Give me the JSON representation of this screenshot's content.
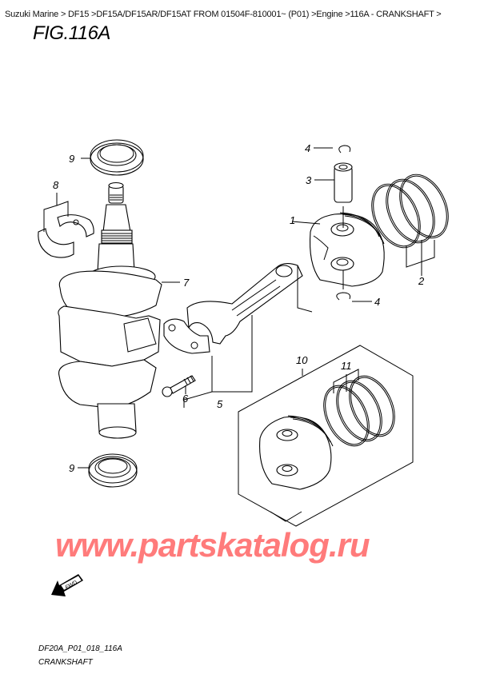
{
  "breadcrumb": {
    "items": [
      "Suzuki Marine",
      "DF15",
      "DF15A/DF15AR/DF15AT FROM 01504F-810001~ (P01)",
      "Engine",
      "116A - CRANKSHAFT"
    ],
    "separator": ">",
    "full_text": "Suzuki Marine > DF15 >DF15A/DF15AR/DF15AT FROM 01504F-810001~ (P01) >Engine >116A - CRANKSHAFT >"
  },
  "figure": {
    "title": "FIG.116A",
    "code": "DF20A_P01_018_116A",
    "name": "CRANKSHAFT"
  },
  "callouts": [
    {
      "id": "1",
      "part": "piston"
    },
    {
      "id": "2",
      "part": "piston-ring-set"
    },
    {
      "id": "3",
      "part": "piston-pin"
    },
    {
      "id": "4",
      "part": "circlip-top"
    },
    {
      "id": "4",
      "part": "circlip-bottom"
    },
    {
      "id": "5",
      "part": "connecting-rod-assembly"
    },
    {
      "id": "6",
      "part": "connecting-rod-bolt"
    },
    {
      "id": "7",
      "part": "crankshaft"
    },
    {
      "id": "8",
      "part": "bearing"
    },
    {
      "id": "9",
      "part": "oil-seal-top"
    },
    {
      "id": "9",
      "part": "oil-seal-bottom"
    },
    {
      "id": "10",
      "part": "piston-kit-oversize"
    },
    {
      "id": "11",
      "part": "piston-ring-set-oversize"
    }
  ],
  "watermark": "www.partskatalog.ru",
  "fwd_label": "FWD",
  "colors": {
    "watermark": "#ff7b7b",
    "line": "#000000",
    "background": "#ffffff"
  }
}
